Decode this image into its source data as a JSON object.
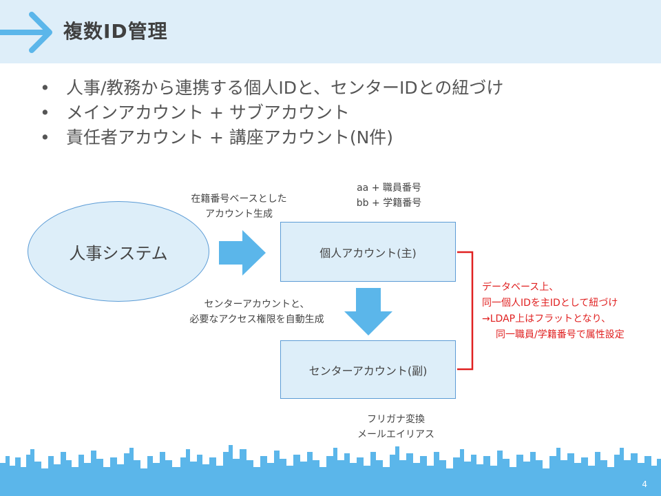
{
  "header": {
    "title": "複数ID管理",
    "accent": "#5bb6ea",
    "band_color": "#deeef9"
  },
  "bullets": [
    "人事/教務から連携する個人IDと、センターIDとの紐づけ",
    "メインアカウント + サブアカウント",
    "責任者アカウント + 講座アカウント(N件)"
  ],
  "diagram": {
    "source": "人事システム",
    "main_account": "個人アカウント(主)",
    "sub_account": "センターアカウント(副)",
    "generate_label": [
      "在籍番号ベースとした",
      "アカウント生成"
    ],
    "prefix_label": [
      "aa + 職員番号",
      "bb + 学籍番号"
    ],
    "center_label": [
      "センターアカウントと、",
      "必要なアクセス権限を自動生成"
    ],
    "kana_label": [
      "フリガナ変換",
      "メールエイリアス"
    ],
    "note": [
      "データベース上、",
      "同一個人IDを主IDとして紐づけ",
      "→LDAP上はフラットとなり、",
      "同一職員/学籍番号で属性設定"
    ],
    "note_color": "#e02020",
    "shape_fill": "#ddeef9",
    "shape_border": "#5b9bd5",
    "arrow_color": "#5bb6ea"
  },
  "footer": {
    "page_number": "4",
    "skyline_color": "#5bb6ea"
  }
}
